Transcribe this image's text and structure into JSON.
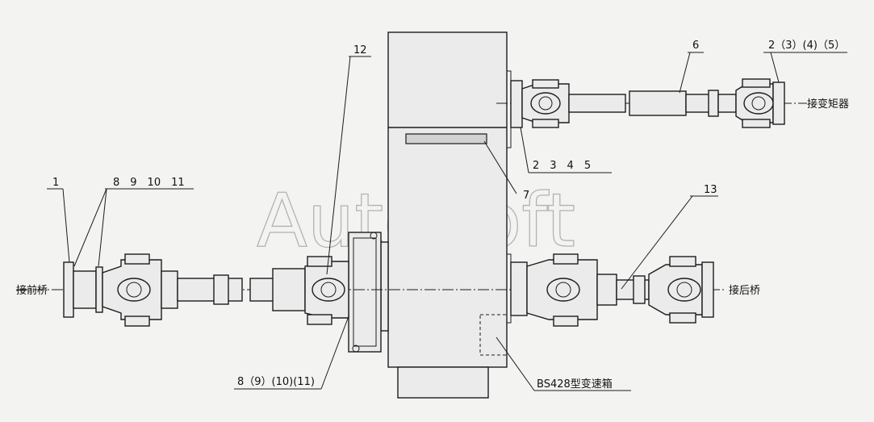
{
  "watermark": "AutoSoft",
  "labels": {
    "left_end": "接前桥",
    "right_end": "接后桥",
    "top_right_end": "接变矩器",
    "gearbox": "BS428型变速箱"
  },
  "callouts": {
    "c1": "1",
    "c6": "6",
    "c7": "7",
    "c12": "12",
    "c13": "13",
    "c_8_9_10_11": "8　9　10　11",
    "c_2_3_4_5": "2　3　4　5",
    "c_2_paren": "2（3）(4)（5）",
    "c_8_paren": "8（9）(10)(11)"
  }
}
